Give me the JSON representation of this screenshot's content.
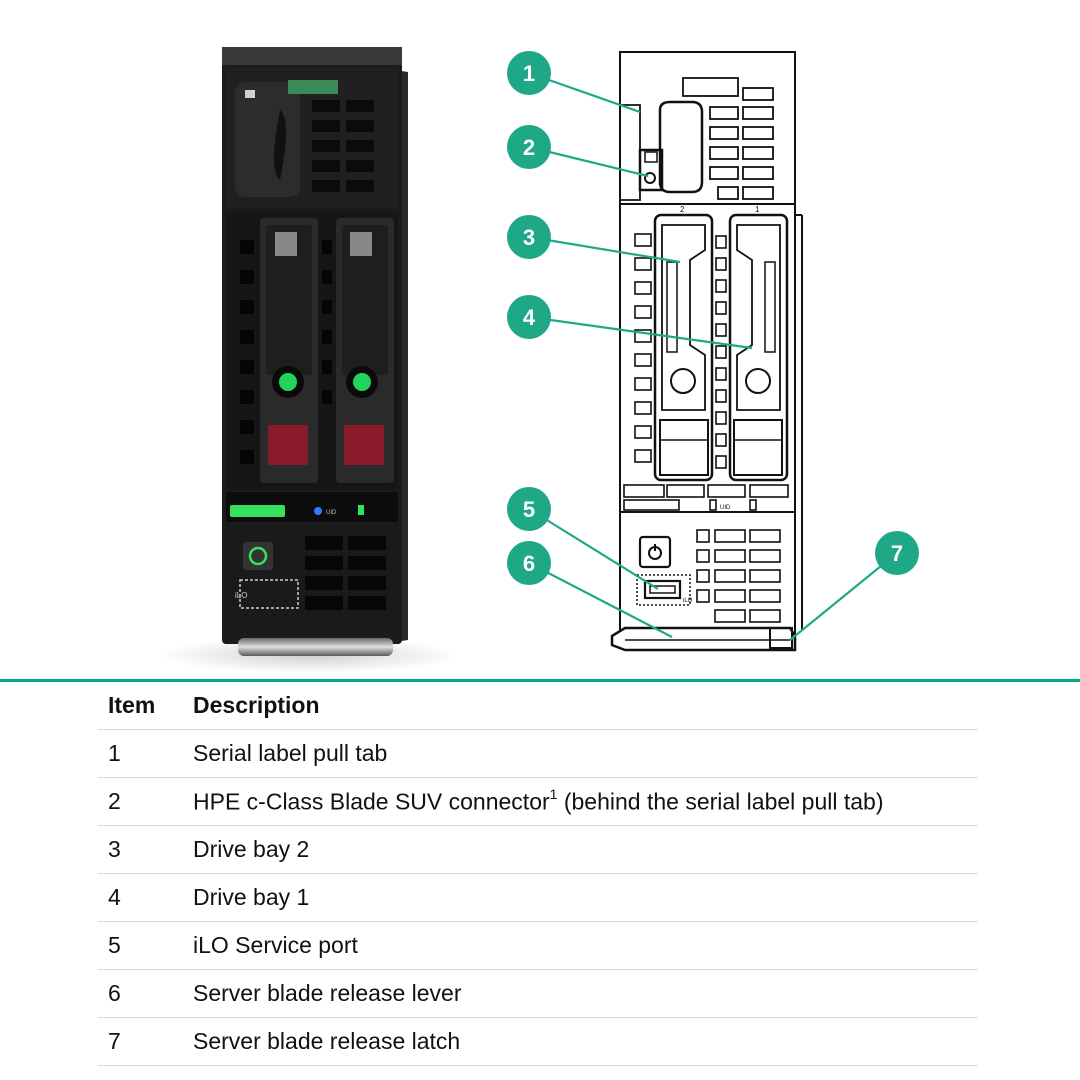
{
  "photo": {
    "front_label": "iLO",
    "uid_label": "UID"
  },
  "diagram": {
    "bay_numbers": [
      "2",
      "1"
    ],
    "uid_label": "UID",
    "ilo_label": "iLO",
    "callouts": [
      "1",
      "2",
      "3",
      "4",
      "5",
      "6",
      "7"
    ],
    "accent_color": "#1fa888"
  },
  "legend": {
    "header_item": "Item",
    "header_description": "Description",
    "rows": [
      {
        "item": "1",
        "description": "Serial label pull tab",
        "footnote": ""
      },
      {
        "item": "2",
        "description": "HPE c-Class Blade SUV connector",
        "footnote": "1",
        "description_suffix": " (behind the serial label pull tab)"
      },
      {
        "item": "3",
        "description": "Drive bay 2",
        "footnote": ""
      },
      {
        "item": "4",
        "description": "Drive bay 1",
        "footnote": ""
      },
      {
        "item": "5",
        "description": "iLO Service port",
        "footnote": ""
      },
      {
        "item": "6",
        "description": "Server blade release lever",
        "footnote": ""
      },
      {
        "item": "7",
        "description": "Server blade release latch",
        "footnote": ""
      }
    ]
  }
}
